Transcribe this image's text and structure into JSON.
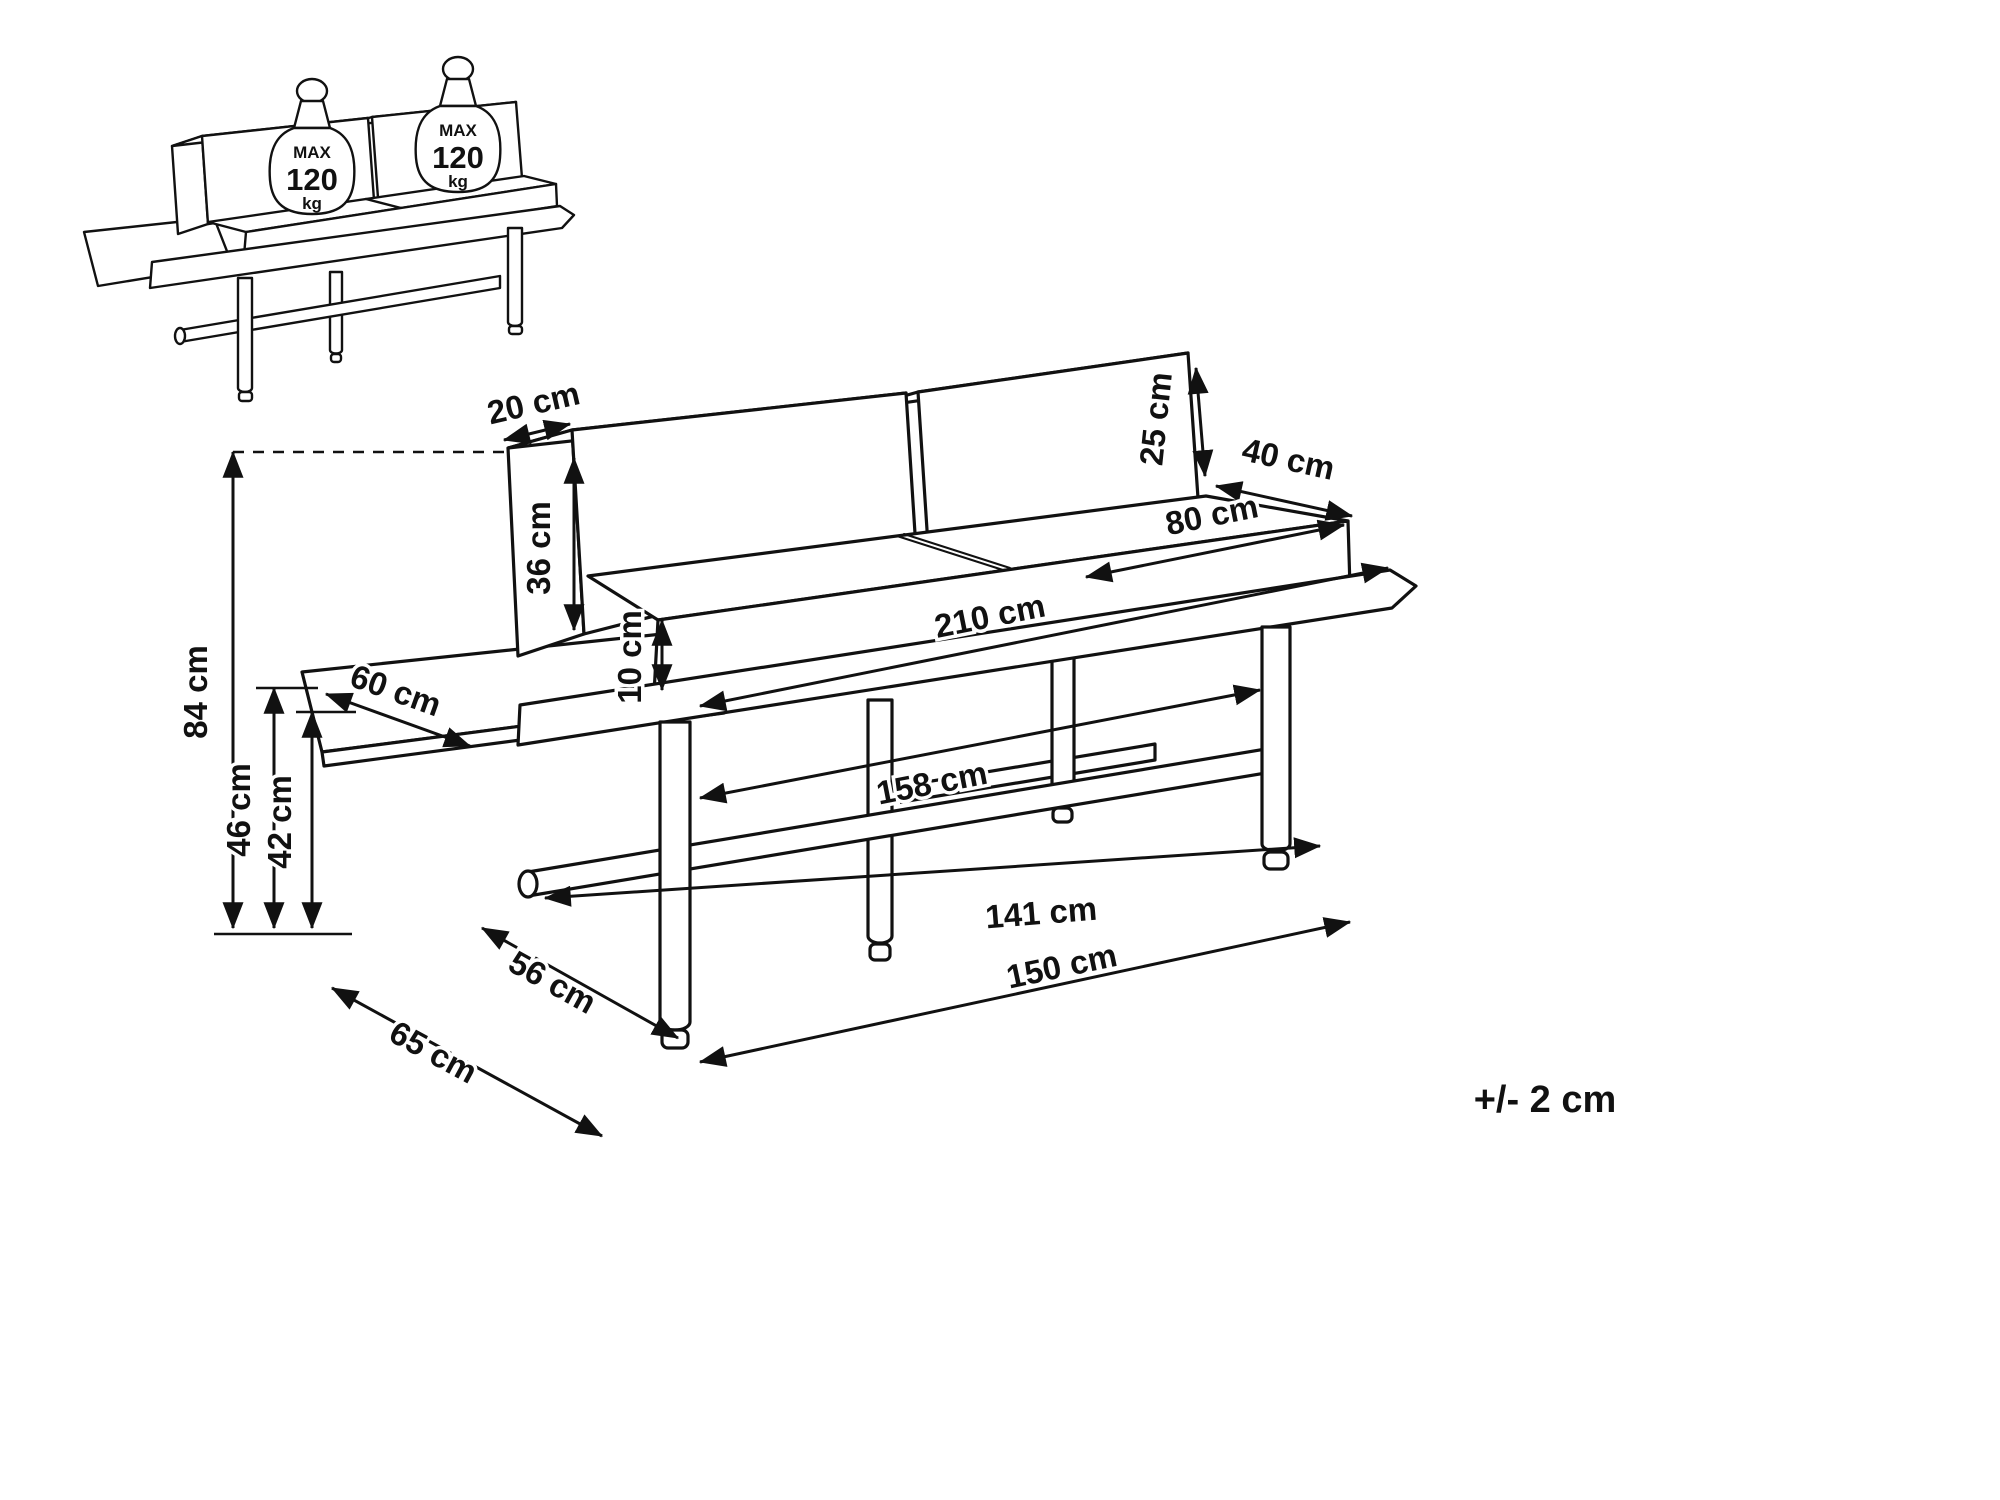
{
  "colors": {
    "background": "#ffffff",
    "line": "#111111"
  },
  "weights": {
    "w1": {
      "max": "MAX",
      "value": "120",
      "unit": "kg"
    },
    "w2": {
      "max": "MAX",
      "value": "120",
      "unit": "kg"
    }
  },
  "dimensions": {
    "d20": "20 cm",
    "d36": "36 cm",
    "d25": "25 cm",
    "d40": "40 cm",
    "d80": "80 cm",
    "d10": "10 cm",
    "d210": "210 cm",
    "d60": "60 cm",
    "d84": "84 cm",
    "d46": "46 cm",
    "d42": "42 cm",
    "d158": "158 cm",
    "d141": "141 cm",
    "d150": "150 cm",
    "d56": "56 cm",
    "d65": "65 cm"
  },
  "tolerance": "+/- 2 cm"
}
